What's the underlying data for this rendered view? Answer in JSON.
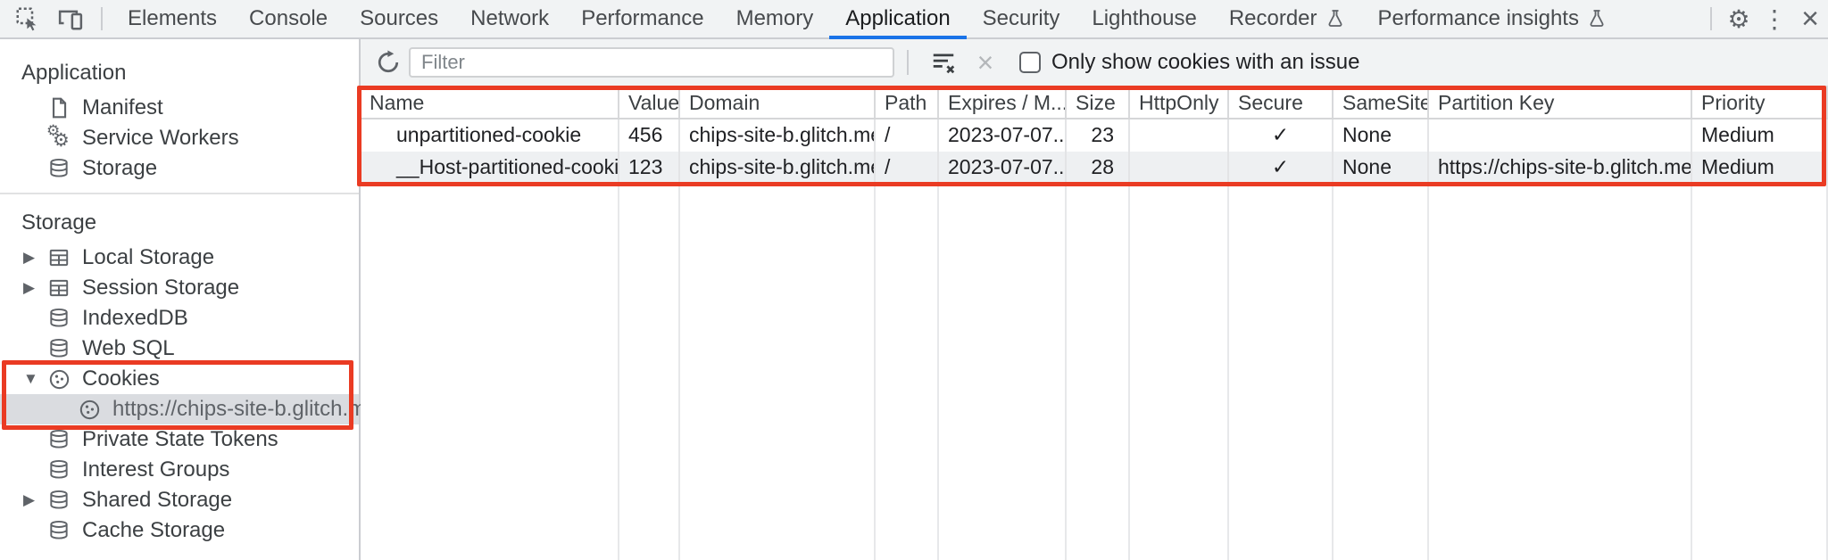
{
  "tabbar": {
    "tabs": [
      {
        "label": "Elements"
      },
      {
        "label": "Console"
      },
      {
        "label": "Sources"
      },
      {
        "label": "Network"
      },
      {
        "label": "Performance"
      },
      {
        "label": "Memory"
      },
      {
        "label": "Application",
        "active": true
      },
      {
        "label": "Security"
      },
      {
        "label": "Lighthouse"
      },
      {
        "label": "Recorder",
        "experiment": true
      },
      {
        "label": "Performance insights",
        "experiment": true
      }
    ],
    "active_tab": "Application",
    "window_icons": {
      "settings": "⚙",
      "more": "⋮",
      "close": "×"
    }
  },
  "sidebar": {
    "sections": [
      {
        "title": "Application"
      },
      {
        "title": "Storage"
      }
    ],
    "items": {
      "manifest": "Manifest",
      "service_workers": "Service Workers",
      "storage": "Storage",
      "local_storage": "Local Storage",
      "session_storage": "Session Storage",
      "indexeddb": "IndexedDB",
      "web_sql": "Web SQL",
      "cookies": "Cookies",
      "cookies_origin": "https://chips-site-b.glitch.me",
      "private_state_tokens": "Private State Tokens",
      "interest_groups": "Interest Groups",
      "shared_storage": "Shared Storage",
      "cache_storage": "Cache Storage"
    },
    "glyphs": {
      "expanded": "▼",
      "collapsed": "▶"
    }
  },
  "toolbar": {
    "filter_placeholder": "Filter",
    "only_issue_label": "Only show cookies with an issue",
    "checkbox_checked": false
  },
  "table": {
    "columns": [
      "Name",
      "Value",
      "Domain",
      "Path",
      "Expires / M...",
      "Size",
      "HttpOnly",
      "Secure",
      "SameSite",
      "Partition Key",
      "Priority"
    ],
    "rows": [
      {
        "name": "unpartitioned-cookie",
        "value": "456",
        "domain": "chips-site-b.glitch.me",
        "path": "/",
        "expires": "2023-07-07...",
        "size": "23",
        "http_only": "",
        "secure": "✓",
        "same_site": "None",
        "partition_key": "",
        "priority": "Medium"
      },
      {
        "name": "__Host-partitioned-cookie",
        "value": "123",
        "domain": "chips-site-b.glitch.me",
        "path": "/",
        "expires": "2023-07-07...",
        "size": "28",
        "http_only": "",
        "secure": "✓",
        "same_site": "None",
        "partition_key": "https://chips-site-b.glitch.me",
        "priority": "Medium"
      }
    ]
  },
  "colors": {
    "accent": "#1a73e8",
    "annotation": "#ea3b23",
    "selected_row": "#dadce0",
    "alt_row": "#eef0f2"
  }
}
